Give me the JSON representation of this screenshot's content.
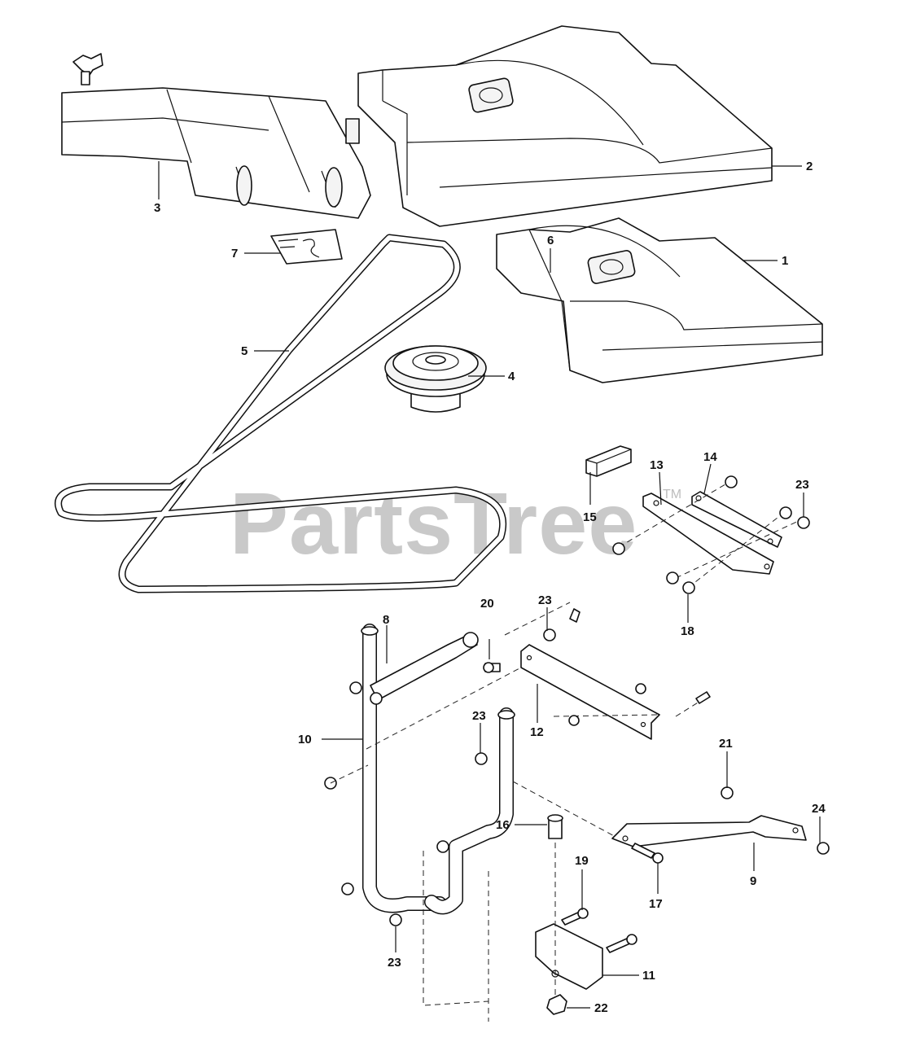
{
  "watermark": {
    "text": "PartsTree",
    "trademark": "TM"
  },
  "callouts": [
    {
      "id": "c1",
      "label": "1"
    },
    {
      "id": "c2",
      "label": "2"
    },
    {
      "id": "c3",
      "label": "3"
    },
    {
      "id": "c4",
      "label": "4"
    },
    {
      "id": "c5",
      "label": "5"
    },
    {
      "id": "c6",
      "label": "6"
    },
    {
      "id": "c7",
      "label": "7"
    },
    {
      "id": "c8",
      "label": "8"
    },
    {
      "id": "c9",
      "label": "9"
    },
    {
      "id": "c10",
      "label": "10"
    },
    {
      "id": "c11",
      "label": "11"
    },
    {
      "id": "c12",
      "label": "12"
    },
    {
      "id": "c13",
      "label": "13"
    },
    {
      "id": "c14",
      "label": "14"
    },
    {
      "id": "c15",
      "label": "15"
    },
    {
      "id": "c16",
      "label": "16"
    },
    {
      "id": "c17",
      "label": "17"
    },
    {
      "id": "c18",
      "label": "18"
    },
    {
      "id": "c19",
      "label": "19"
    },
    {
      "id": "c20",
      "label": "20"
    },
    {
      "id": "c21",
      "label": "21"
    },
    {
      "id": "c22",
      "label": "22"
    },
    {
      "id": "c23a",
      "label": "23"
    },
    {
      "id": "c23b",
      "label": "23"
    },
    {
      "id": "c23c",
      "label": "23"
    },
    {
      "id": "c23d",
      "label": "23"
    },
    {
      "id": "c24",
      "label": "24"
    }
  ]
}
